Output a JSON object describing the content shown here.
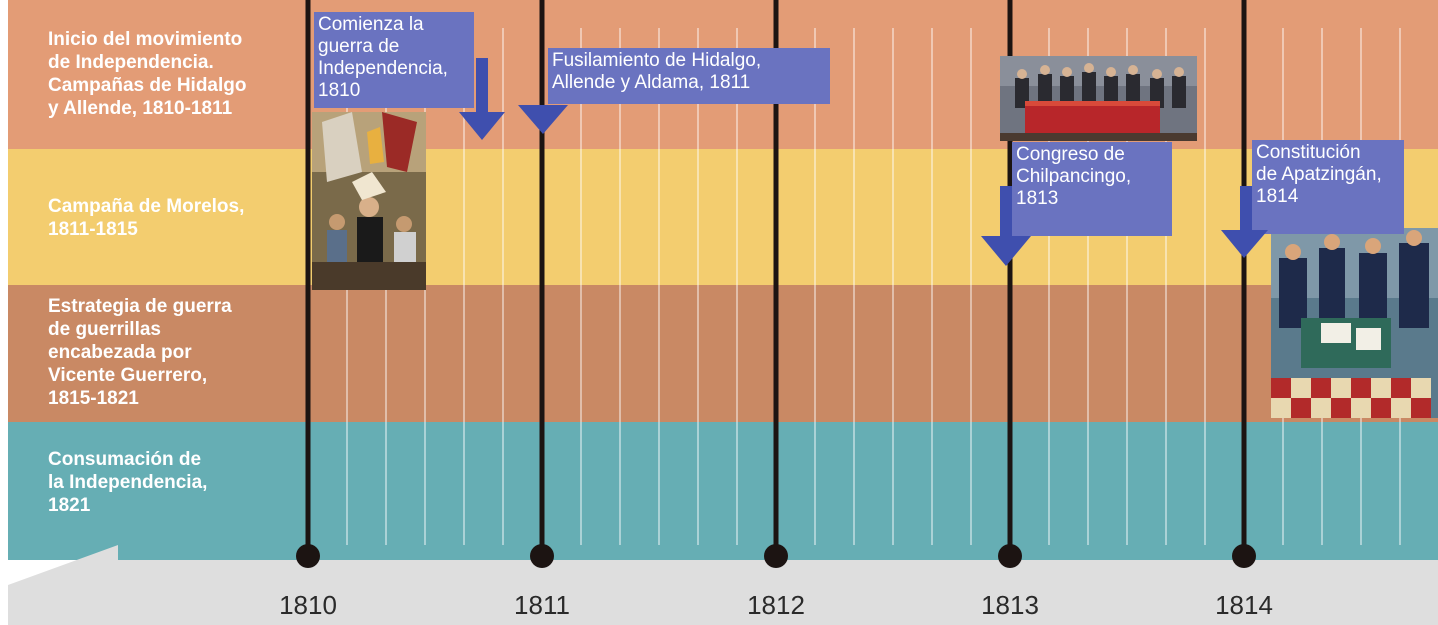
{
  "colors": {
    "band_1": "#e39c76",
    "band_2": "#f3cd6f",
    "band_3": "#c98964",
    "band_4": "#66aeb4",
    "callout": "#6a73c0",
    "arrow": "#3f4fae",
    "axis_line": "#1c1412",
    "arrow_bar": "#dedede"
  },
  "bands": [
    {
      "label": "Inicio del movimiento\nde Independencia.\nCampañas de Hidalgo\ny Allende, 1810-1811"
    },
    {
      "label": "Campaña de Morelos,\n1811-1815"
    },
    {
      "label": "Estrategia de guerra\nde guerrillas\nencabezada por\nVicente Guerrero,\n1815-1821"
    },
    {
      "label": "Consumación de\nla Independencia,\n1821"
    }
  ],
  "years": [
    "1810",
    "1811",
    "1812",
    "1813",
    "1814"
  ],
  "events": [
    {
      "text": "Comienza la\nguerra de\nIndependencia,\n1810"
    },
    {
      "text": "Fusilamiento de Hidalgo,\nAllende y Aldama, 1811"
    },
    {
      "text": "Congreso de\nChilpancingo,\n1813"
    },
    {
      "text": "Constitución\nde Apatzingán,\n1814"
    }
  ],
  "images": [
    {
      "icon": "battle-painting-icon"
    },
    {
      "icon": "congress-painting-icon"
    },
    {
      "icon": "constitution-painting-icon"
    }
  ]
}
